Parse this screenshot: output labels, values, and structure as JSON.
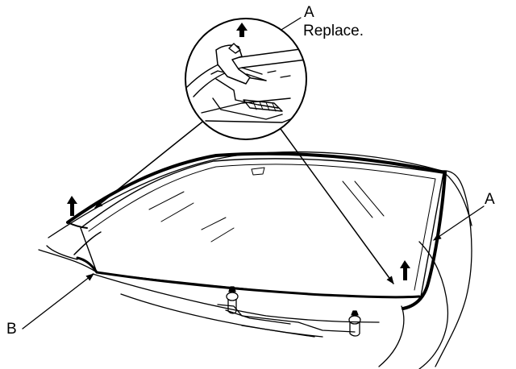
{
  "labels": {
    "part_a_top": "A",
    "replace_note": "Replace.",
    "part_a_right": "A",
    "part_b": "B"
  },
  "colors": {
    "line": "#000000",
    "background": "#ffffff"
  },
  "icons": [
    "up-arrow-icon",
    "leader-arrow-icon"
  ]
}
